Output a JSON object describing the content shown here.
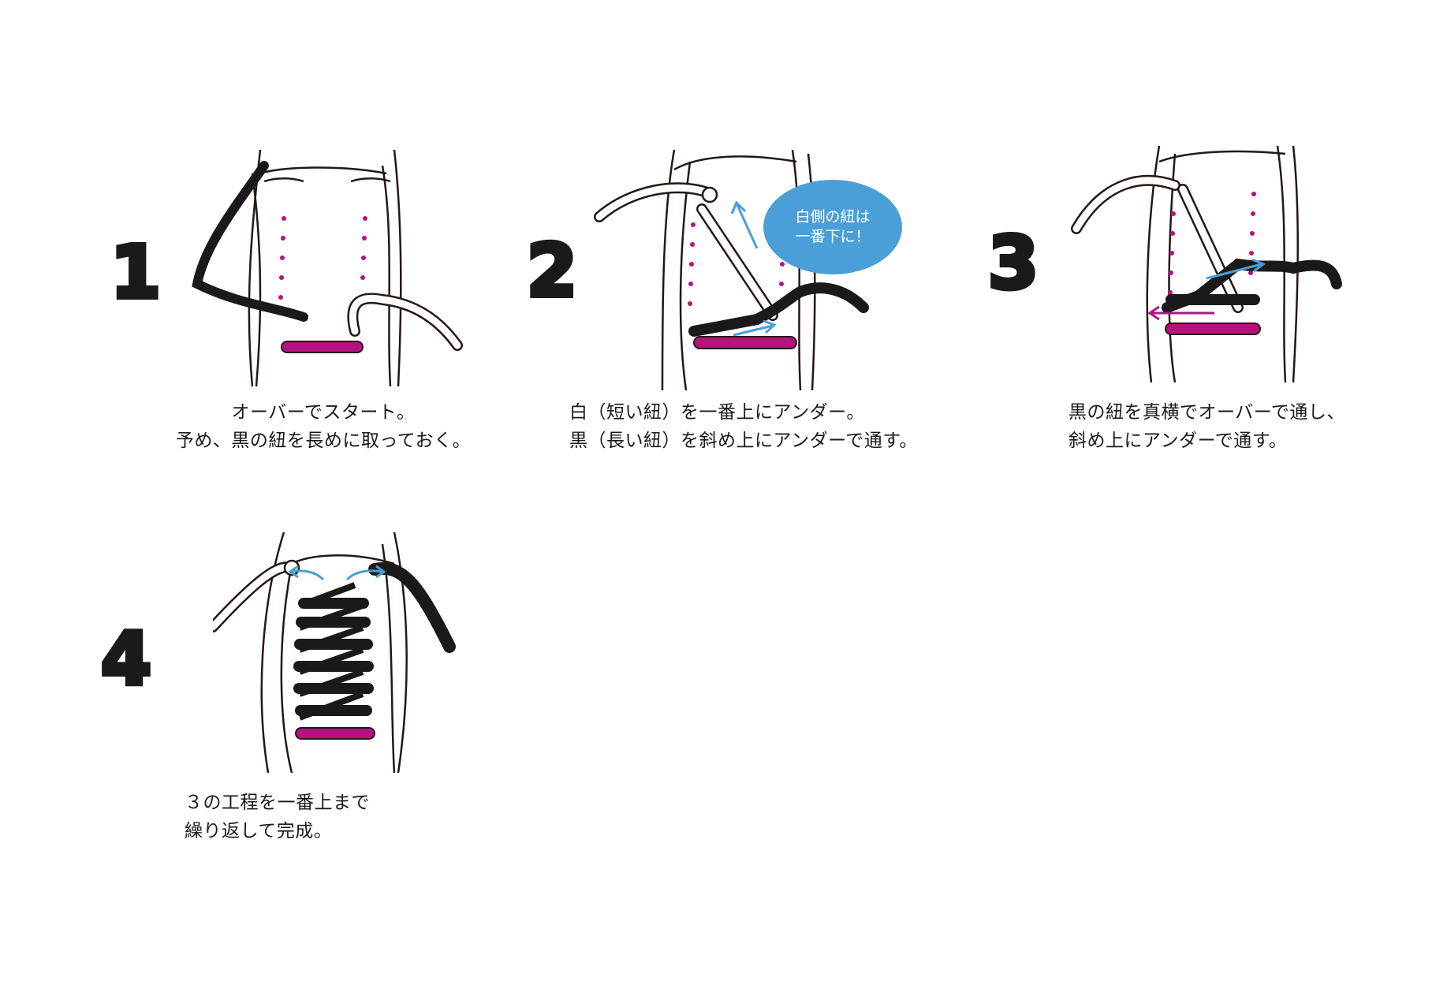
{
  "colors": {
    "magenta": "#b5127f",
    "blue": "#4a9fd8",
    "black": "#1a1a1a",
    "outline": "#231815"
  },
  "steps": [
    {
      "number": "1",
      "lines": [
        "オーバーでスタート。",
        "予め、黒の紐を長めに取っておく。"
      ]
    },
    {
      "number": "2",
      "lines": [
        "白（短い紐）を一番上にアンダー。",
        "黒（長い紐）を斜め上にアンダーで通す。"
      ],
      "bubble": [
        "白側の紐は",
        "一番下に！"
      ]
    },
    {
      "number": "3",
      "lines": [
        "黒の紐を真横でオーバーで通し、",
        "斜め上にアンダーで通す。"
      ]
    },
    {
      "number": "4",
      "lines": [
        "３の工程を一番上まで",
        "繰り返して完成。"
      ]
    }
  ]
}
